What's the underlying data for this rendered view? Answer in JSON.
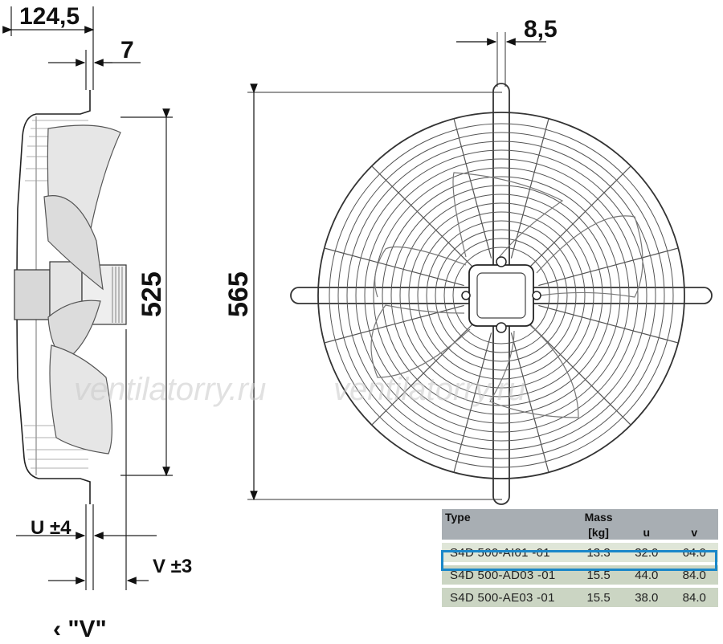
{
  "dimensions": {
    "d_124_5": "124,5",
    "d_7": "7",
    "d_8_5": "8,5",
    "d_525": "525",
    "d_565": "565",
    "u_label": "U ±4",
    "v_label": "V ±3",
    "view_label": "‹ \"V\""
  },
  "watermark": "ventilatorry.ru",
  "table": {
    "headers": {
      "type": "Type",
      "mass": "Mass",
      "mass_unit": "[kg]",
      "u": "u",
      "v": "v"
    },
    "rows": [
      {
        "type": "S4D 500-AI01 -01",
        "mass": "13.3",
        "u": "32.0",
        "v": "64.0",
        "selected": true
      },
      {
        "type": "S4D 500-AD03 -01",
        "mass": "15.5",
        "u": "44.0",
        "v": "84.0",
        "selected": false
      },
      {
        "type": "S4D 500-AE03 -01",
        "mass": "15.5",
        "u": "38.0",
        "v": "84.0",
        "selected": false
      }
    ]
  },
  "colors": {
    "header_bg": "#a8aeb3",
    "row_bg": "#cbd5c3",
    "selection": "#1a87c9"
  }
}
